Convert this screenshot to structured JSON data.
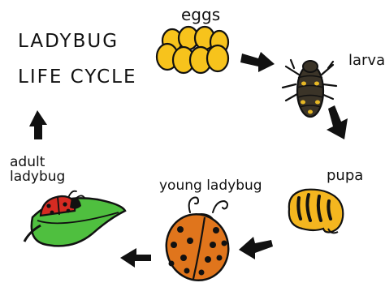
{
  "title": {
    "line1": "LADYBUG",
    "line2": "LIFE CYCLE"
  },
  "stages": {
    "eggs": "eggs",
    "larva": "larva",
    "pupa": "pupa",
    "young": "young ladybug",
    "adult_line1": "adult",
    "adult_line2": "ladybug"
  },
  "colors": {
    "egg": "#f7c31c",
    "larva_body": "#3b3428",
    "larva_spots": "#e8b925",
    "pupa": "#f4b61f",
    "ladybug_orange": "#e0751c",
    "ladybug_red": "#d62b22",
    "leaf": "#4fbf3f",
    "outline": "#111111"
  }
}
